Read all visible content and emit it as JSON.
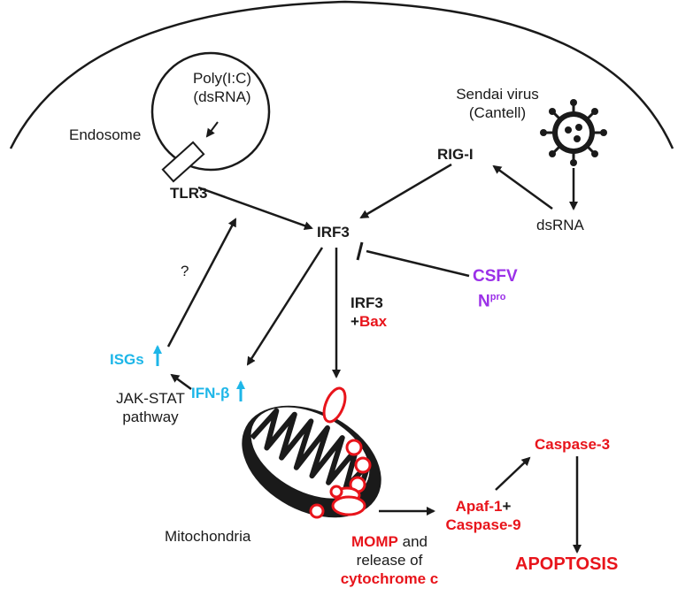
{
  "colors": {
    "red": "#e8141b",
    "purple": "#9b30e8",
    "cyan": "#1db6e8",
    "black": "#1a1a1a"
  },
  "labels": {
    "polyic_line1": "Poly(I:C)",
    "polyic_line2": "(dsRNA)",
    "endosome": "Endosome",
    "tlr3": "TLR3",
    "sendai_line1": "Sendai virus",
    "sendai_line2": "(Cantell)",
    "rigi": "RIG-I",
    "dsrna": "dsRNA",
    "irf3": "IRF3",
    "csfv": "CSFV",
    "npro_base": "N",
    "npro_sup": "pro",
    "irf3_bax_line1": "IRF3",
    "irf3_bax_plus": "+",
    "bax": "Bax",
    "question": "?",
    "isgs": "ISGs",
    "ifnb": "IFN-β",
    "jakstat_line1": "JAK-STAT",
    "jakstat_line2": "pathway",
    "mitochondria": "Mitochondria",
    "momp": "MOMP",
    "momp_and": " and",
    "release_of": "release of",
    "cytochrome_c": "cytochrome c",
    "apaf1": "Apaf-1",
    "apaf_plus": "+",
    "caspase9": "Caspase-9",
    "caspase3": "Caspase-3",
    "apoptosis": "APOPTOSIS"
  },
  "icons": {
    "virus": "virus-icon",
    "mitochondrion": "mitochondrion-icon",
    "up_arrow": "up-arrow-icon"
  }
}
